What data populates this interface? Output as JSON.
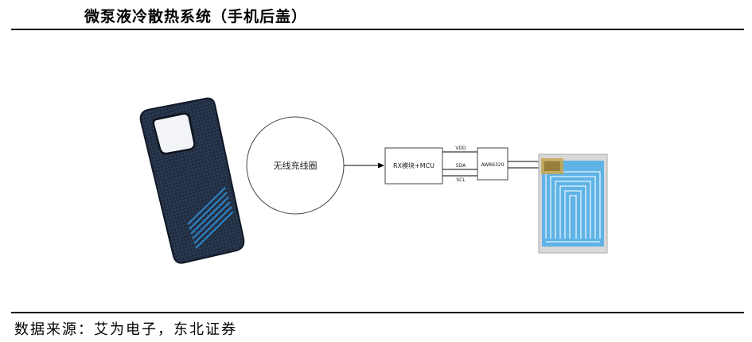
{
  "header": {
    "title": "微泵液冷散热系统（手机后盖）"
  },
  "diagram": {
    "coil_label": "无线充线圈",
    "rx_label": "RX模块+MCU",
    "chip_label": "AW86320",
    "signals": [
      "VDD",
      "SDA",
      "SCL"
    ]
  },
  "footer": {
    "source": "数据来源：艾为电子，东北证券"
  },
  "colors": {
    "case_body": "#243247",
    "case_stripe": "#2f86c9",
    "pump_plate": "#5fb3e6",
    "line": "#000000"
  }
}
